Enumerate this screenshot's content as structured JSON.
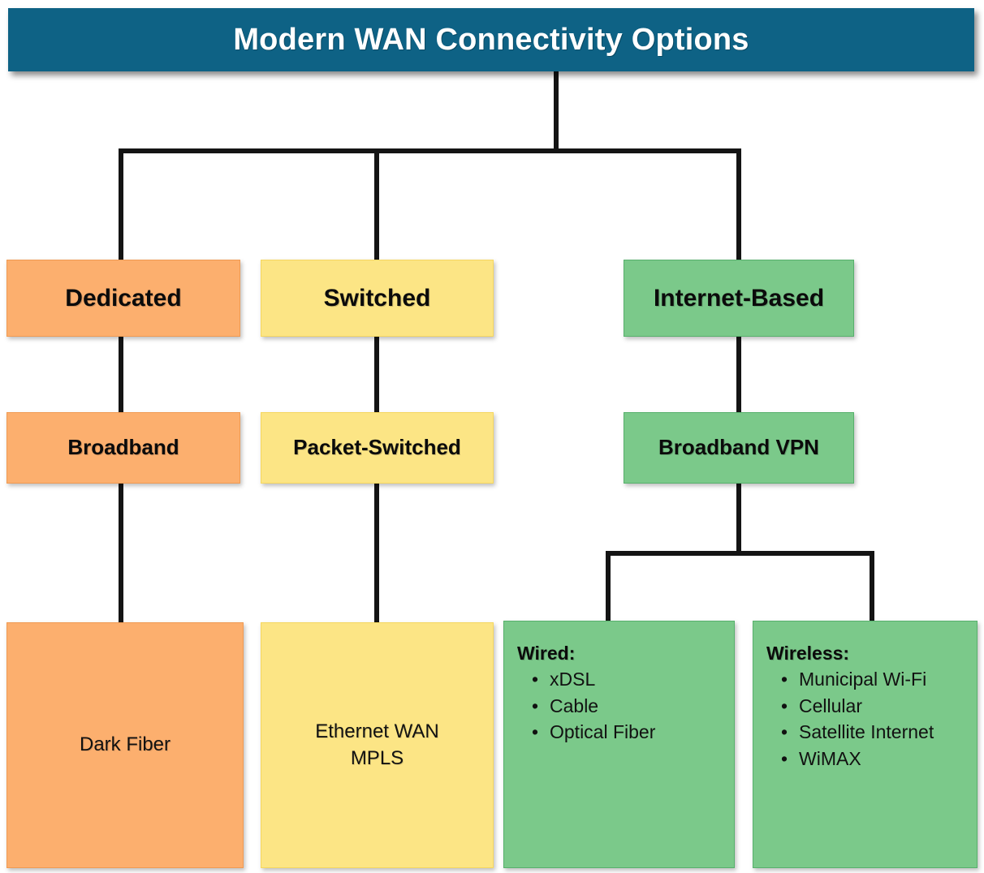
{
  "title": {
    "text": "Modern WAN Connectivity Options",
    "background_color": "#0e6285",
    "text_color": "#ffffff"
  },
  "colors": {
    "dedicated_branch": "#fcaf6e",
    "switched_branch": "#fce585",
    "internet_branch": "#7bc98a",
    "connector": "#141414",
    "page_background": "#ffffff"
  },
  "branches": {
    "dedicated": {
      "level1": "Dedicated",
      "level2": "Broadband",
      "leaf": "Dark Fiber"
    },
    "switched": {
      "level1": "Switched",
      "level2": "Packet-Switched",
      "leaf_line1": "Ethernet WAN",
      "leaf_line2": "MPLS"
    },
    "internet": {
      "level1": "Internet-Based",
      "level2": "Broadband VPN",
      "wired": {
        "heading": "Wired:",
        "bullet": "•",
        "items": [
          "xDSL",
          "Cable",
          "Optical Fiber"
        ]
      },
      "wireless": {
        "heading": "Wireless:",
        "bullet": "•",
        "items": [
          "Municipal Wi-Fi",
          "Cellular",
          "Satellite Internet",
          "WiMAX"
        ]
      }
    }
  }
}
